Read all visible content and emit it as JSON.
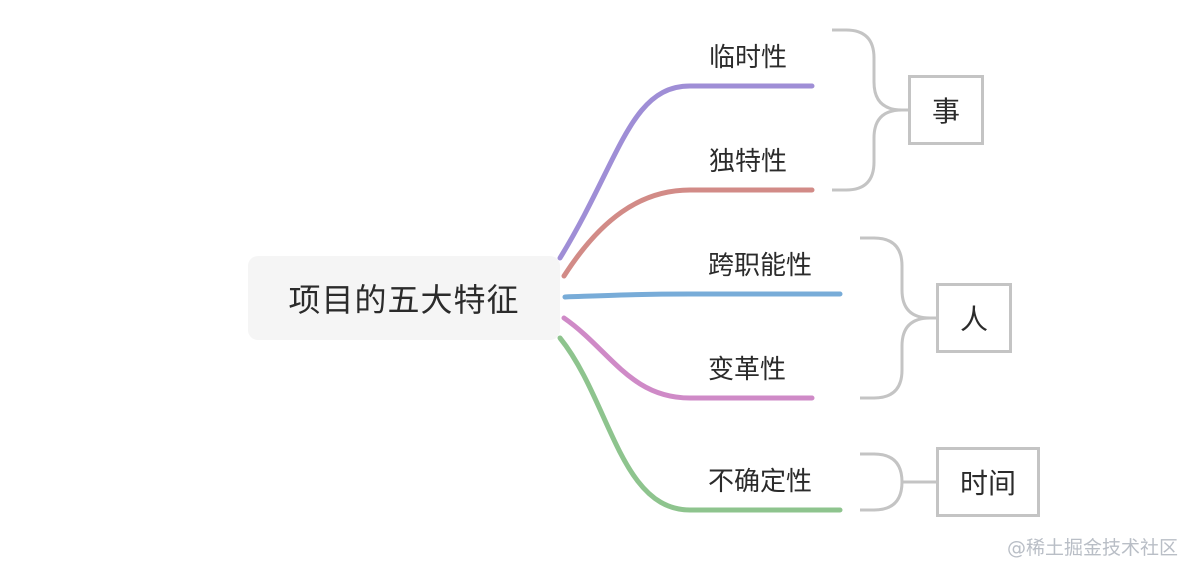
{
  "root": {
    "label": "项目的五大特征"
  },
  "branches": [
    {
      "label": "临时性",
      "color": "#9f8ed6"
    },
    {
      "label": "独特性",
      "color": "#d28b87"
    },
    {
      "label": "跨职能性",
      "color": "#78acd8"
    },
    {
      "label": "变革性",
      "color": "#cf8ac7"
    },
    {
      "label": "不确定性",
      "color": "#8ec48e"
    }
  ],
  "groups": [
    {
      "label": "事",
      "covers": [
        "临时性",
        "独特性"
      ]
    },
    {
      "label": "人",
      "covers": [
        "跨职能性",
        "变革性"
      ]
    },
    {
      "label": "时间",
      "covers": [
        "不确定性"
      ]
    }
  ],
  "bracket_color": "#c4c4c4",
  "watermark": "@稀土掘金技术社区"
}
